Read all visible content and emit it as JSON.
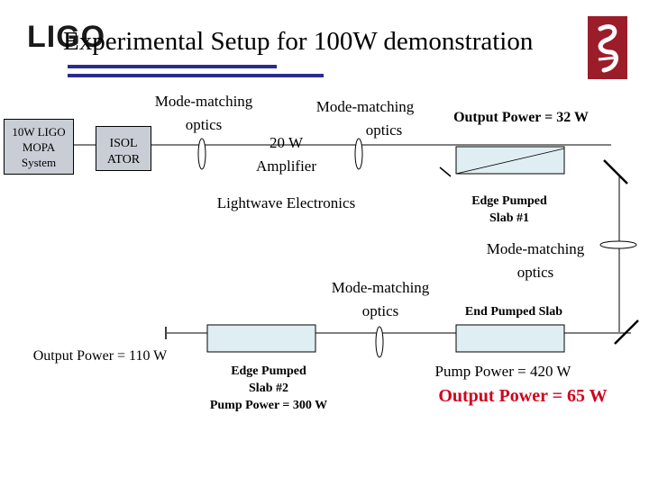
{
  "header": {
    "logo_text": "LIGO",
    "title": "Experimental Setup for 100W demonstration"
  },
  "components": {
    "mopa": [
      "10W LIGO",
      "MOPA",
      "System"
    ],
    "isolator": [
      "ISOL",
      "ATOR"
    ],
    "mm1": [
      "Mode-matching",
      "optics"
    ],
    "mm2": [
      "Mode-matching",
      "optics"
    ],
    "amp20": [
      "20 W",
      "Amplifier"
    ],
    "lightwave": "Lightwave Electronics",
    "out32": "Output Power = 32 W",
    "eps1": [
      "Edge Pumped",
      "Slab #1"
    ],
    "mm3": [
      "Mode-matching",
      "optics"
    ],
    "mm4": [
      "Mode-matching",
      "optics"
    ],
    "end_slab": "End Pumped Slab",
    "pump420": "Pump Power = 420 W",
    "out65": "Output Power = 65 W",
    "eps2": [
      "Edge Pumped",
      "Slab #2",
      "Pump Power = 300 W"
    ],
    "out110": "Output Power = 110 W"
  },
  "colors": {
    "title_rule": "#2b2b8c",
    "box_fill": "#c9ced6",
    "slab_fill": "#dfeef2",
    "output_65": "#d0021b"
  }
}
